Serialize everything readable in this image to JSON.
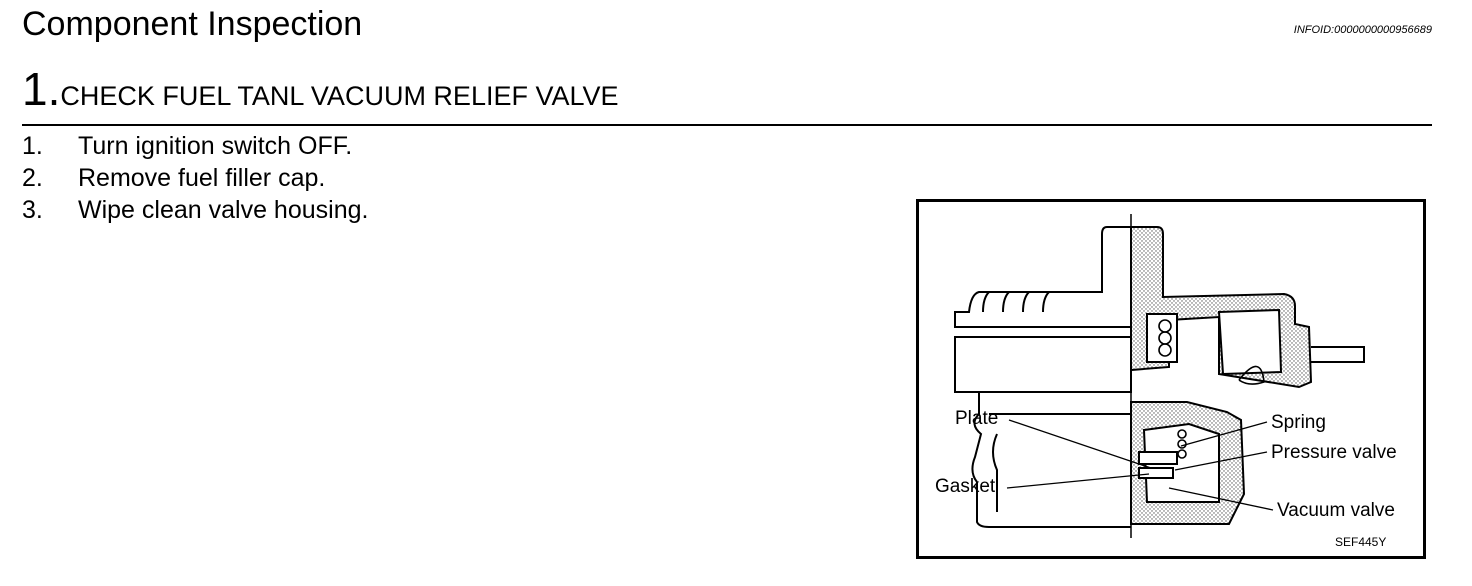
{
  "header": {
    "title": "Component Inspection",
    "info_id": "INFOID:0000000000956689"
  },
  "step": {
    "number": "1.",
    "title": "CHECK FUEL TANL VACUUM RELIEF VALVE"
  },
  "instructions": [
    {
      "num": "1.",
      "text": "Turn ignition switch OFF."
    },
    {
      "num": "2.",
      "text": "Remove fuel filler cap."
    },
    {
      "num": "3.",
      "text": "Wipe clean valve housing."
    }
  ],
  "figure": {
    "labels": {
      "plate": "Plate",
      "gasket": "Gasket",
      "spring": "Spring",
      "pressure_valve": "Pressure valve",
      "vacuum_valve": "Vacuum valve"
    },
    "code": "SEF445Y"
  }
}
